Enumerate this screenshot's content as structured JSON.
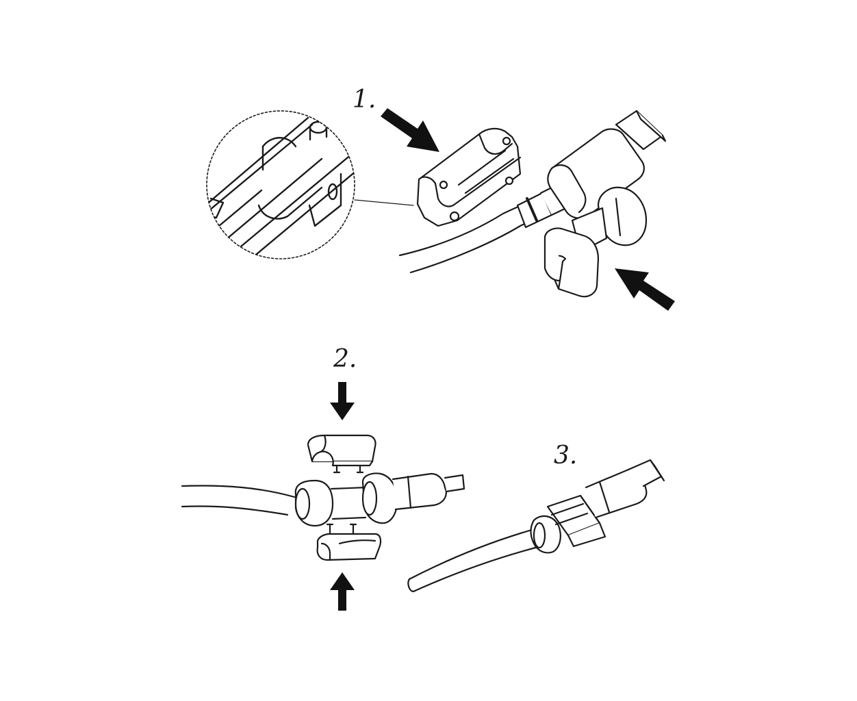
{
  "steps": {
    "one": "1.",
    "two": "2.",
    "three": "3."
  },
  "colors": {
    "line": "#1a1a1a",
    "fill": "#ffffff",
    "arrow": "#111111"
  }
}
